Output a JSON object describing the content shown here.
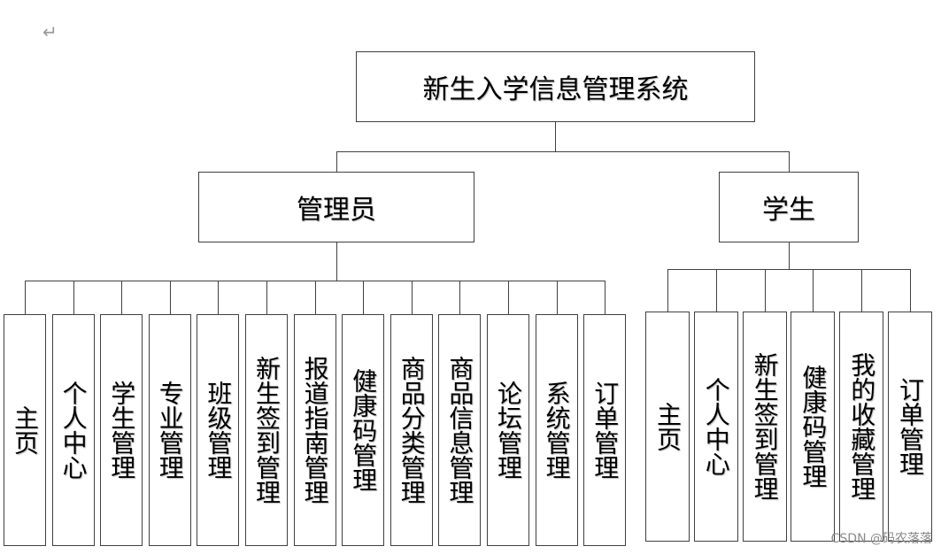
{
  "diagram": {
    "root": "新生入学信息管理系统",
    "roles": [
      {
        "name": "管理员",
        "modules": [
          "主页",
          "个人中心",
          "学生管理",
          "专业管理",
          "班级管理",
          "新生签到管理",
          "报道指南管理",
          "健康码管理",
          "商品分类管理",
          "商品信息管理",
          "论坛管理",
          "系统管理",
          "订单管理"
        ]
      },
      {
        "name": "学生",
        "modules": [
          "主页",
          "个人中心",
          "新生签到管理",
          "健康码管理",
          "我的收藏管理",
          "订单管理"
        ]
      }
    ]
  },
  "decorations": {
    "return_mark": "↵",
    "watermark": "CSDN @码农落落"
  },
  "colors": {
    "line": "#404040",
    "border": "#404040"
  }
}
